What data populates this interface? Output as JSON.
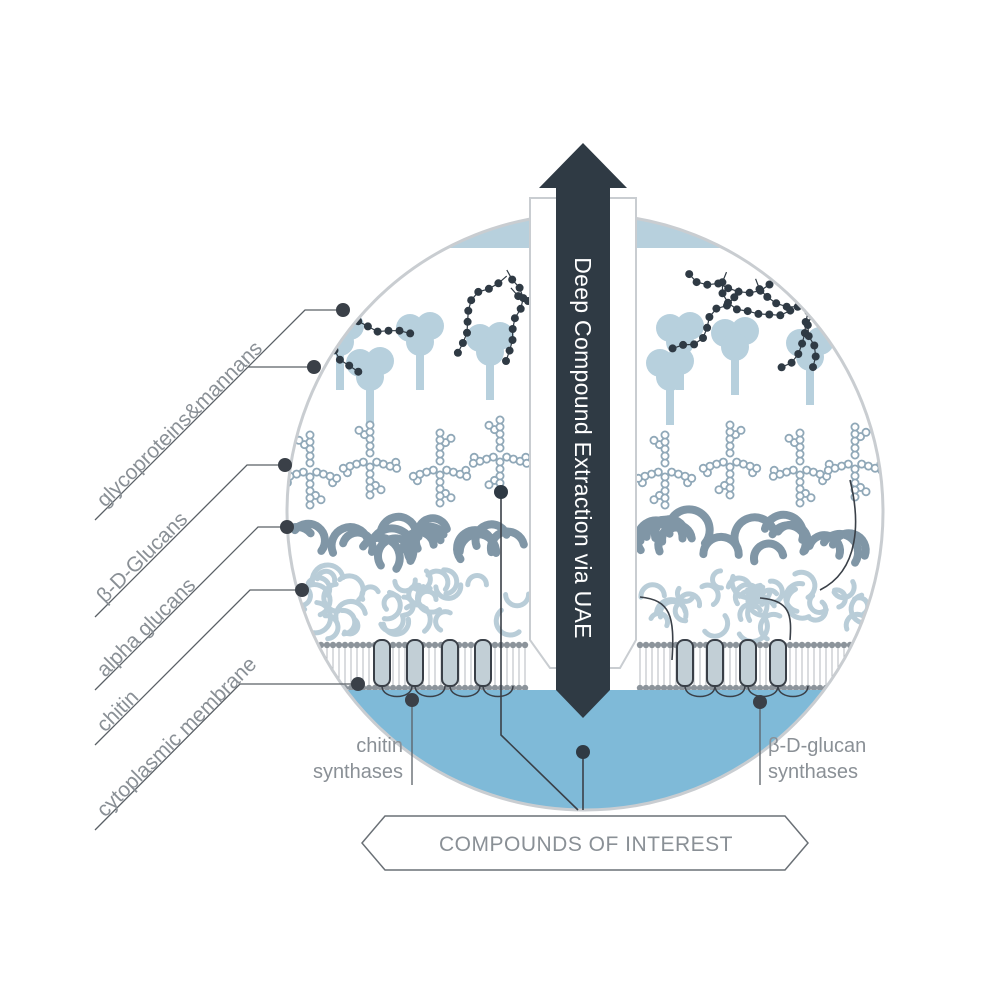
{
  "layer_labels": [
    "glycoproteins&mannans",
    "β-D-Glucans",
    "alpha glucans",
    "chitin",
    "cytoplasmic membrane"
  ],
  "arrow_label": "Deep Compound Extraction via UAE",
  "enzymes": {
    "left": [
      "chitin",
      "synthases"
    ],
    "right": [
      "β-D-glucan",
      "synthases"
    ]
  },
  "output_box": "COMPOUNDS OF INTEREST",
  "colors": {
    "dark": "#2f3a44",
    "light_blue": "#b7d0dd",
    "cytoplasm": "#7fbad8",
    "glucan_blue": "#90a8b8",
    "leader_line": "#5a6066",
    "label_gray": "#8a9096"
  }
}
